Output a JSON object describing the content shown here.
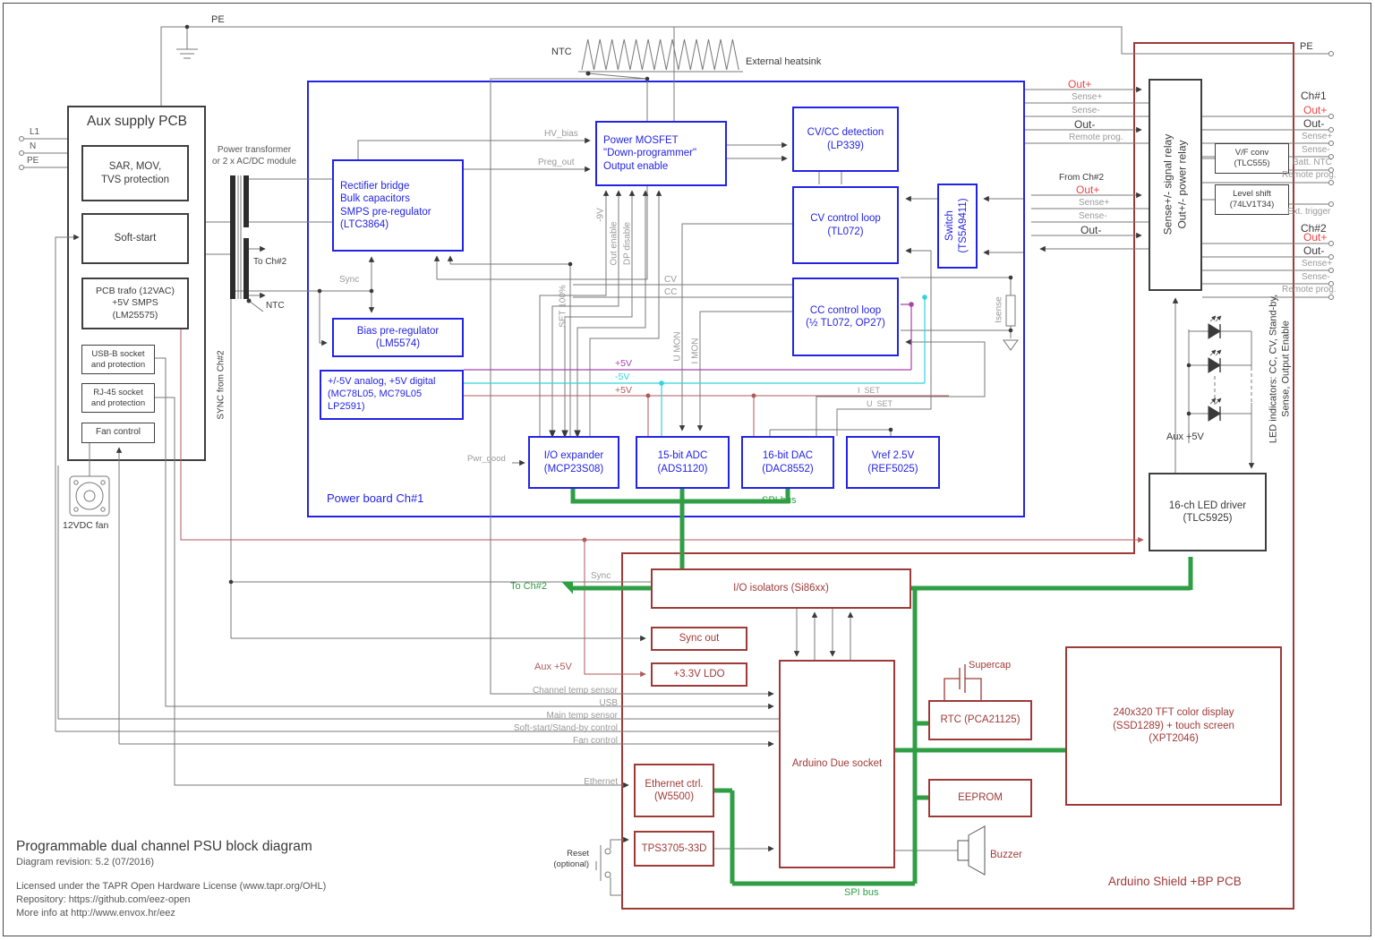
{
  "title_block": {
    "title": "Programmable dual channel PSU block diagram",
    "revision": "Diagram revision: 5.2 (07/2016)",
    "license": "Licensed under the TAPR Open Hardware License (www.tapr.org/OHL)",
    "repository": "Repository: https://github.com/eez-open",
    "more_info": "More info at http://www.envox.hr/eez"
  },
  "mains": {
    "l1": "L1",
    "n": "N",
    "pe": "PE"
  },
  "top_rail": {
    "pe": "PE",
    "ntc": "NTC",
    "heatsink": "External heatsink"
  },
  "aux_pcb": {
    "title": "Aux supply PCB",
    "sar": "SAR, MOV,\nTVS protection",
    "soft_start": "Soft-start",
    "smps": "PCB trafo (12VAC)\n+5V SMPS\n(LM25575)",
    "usb": "USB-B socket\nand protection",
    "rj45": "RJ-45 socket\nand protection",
    "fan_control": "Fan control",
    "fan": "12VDC fan"
  },
  "transformer": {
    "label": "Power transformer\nor 2 x AC/DC module",
    "to_ch2": "To Ch#2",
    "ntc": "NTC",
    "sync": "SYNC from Ch#2"
  },
  "power_board": {
    "title": "Power board Ch#1",
    "rectifier": "Rectifier bridge\nBulk capacitors\nSMPS pre-regulator\n(LTC3864)",
    "bias": "Bias pre-regulator\n(LM5574)",
    "reg": "+/-5V analog, +5V digital\n(MC78L05, MC79L05\nLP2591)",
    "mosfet": "Power MOSFET\n\"Down-programmer\"\nOutput enable",
    "detection": "CV/CC detection\n(LP339)",
    "cv_loop": "CV control loop\n(TL072)",
    "cc_loop": "CC control loop\n(½ TL072, OP27)",
    "switch": "Switch\n(TS5A9411)",
    "io_expander": "I/O expander\n(MCP23S08)",
    "adc": "15-bit ADC\n(ADS1120)",
    "dac": "16-bit DAC\n(DAC8552)",
    "vref": "Vref 2.5V\n(REF5025)"
  },
  "signals": {
    "hv_bias": "HV_bias",
    "preg_out": "Preg_out",
    "sync": "Sync",
    "set_100": "SET 100%",
    "minus_9v": "-9V",
    "out_enable": "Out enable",
    "dp_disable": "DP disable",
    "cv": "CV",
    "cc": "CC",
    "u_mon": "U MON",
    "i_mon": "I MON",
    "p5v_analog": "+5V",
    "m5v_analog": "-5V",
    "p5v_digital": "+5V",
    "i_set": "I  SET",
    "u_set": "U  SET",
    "isense": "Isense",
    "pwr_good": "Pwr_good",
    "spi_bus": "SPI bus"
  },
  "relay": {
    "label": "Sense+/- signal relay\nOut+/- power relay",
    "out_p": "Out+",
    "sense_p": "Sense+",
    "sense_m": "Sense-",
    "out_m": "Out-",
    "remote": "Remote prog.",
    "from_ch2": "From Ch#2"
  },
  "front": {
    "pe": "PE",
    "ch1": "Ch#1",
    "ch2": "Ch#2",
    "out_p": "Out+",
    "out_m": "Out-",
    "sense_p": "Sense+",
    "sense_m": "Sense-",
    "batt_ntc": "Batt. NTC",
    "remote": "Remote prog.",
    "ext_trigger": "Ext. trigger",
    "vf": "V/F conv\n(TLC555)",
    "level_shift": "Level shift\n(74LV1T34)",
    "led_text": "LED indicators: CC, CV, Stand-by,\nSense, Output Enable",
    "aux5": "Aux +5V",
    "led_driver": "16-ch LED driver\n(TLC5925)"
  },
  "shield": {
    "title": "Arduino Shield +BP PCB",
    "isolators": "I/O isolators (Si86xx)",
    "sync_out": "Sync out",
    "ldo": "+3.3V LDO",
    "to_ch2": "To Ch#2",
    "aux5": "Aux +5V",
    "socket": "Arduino Due socket",
    "rtc": "RTC (PCA21125)",
    "supercap": "Supercap",
    "eeprom": "EEPROM",
    "tft": "240x320 TFT color display\n(SSD1289) + touch screen\n(XPT2046)",
    "eth": "Ethernet ctrl.\n(W5500)",
    "tps": "TPS3705-33D",
    "reset": "Reset\n(optional)",
    "buzzer": "Buzzer",
    "spi_bus": "SPI bus"
  },
  "inputs": {
    "sync": "Sync",
    "channel_temp": "Channel temp sensor",
    "usb": "USB",
    "main_temp": "Main temp sensor",
    "soft_start": "Soft-start/Stand-by control",
    "fan": "Fan control",
    "ethernet": "Ethernet"
  },
  "colors": {
    "blue": "#2323e5",
    "dark_red": "#9e3a38",
    "green": "#2f9e44",
    "gray_label": "#9a9a9a",
    "red": "#ef4444",
    "magenta": "#a844a8",
    "cyan": "#31d3de",
    "brown": "#b05a5a"
  }
}
